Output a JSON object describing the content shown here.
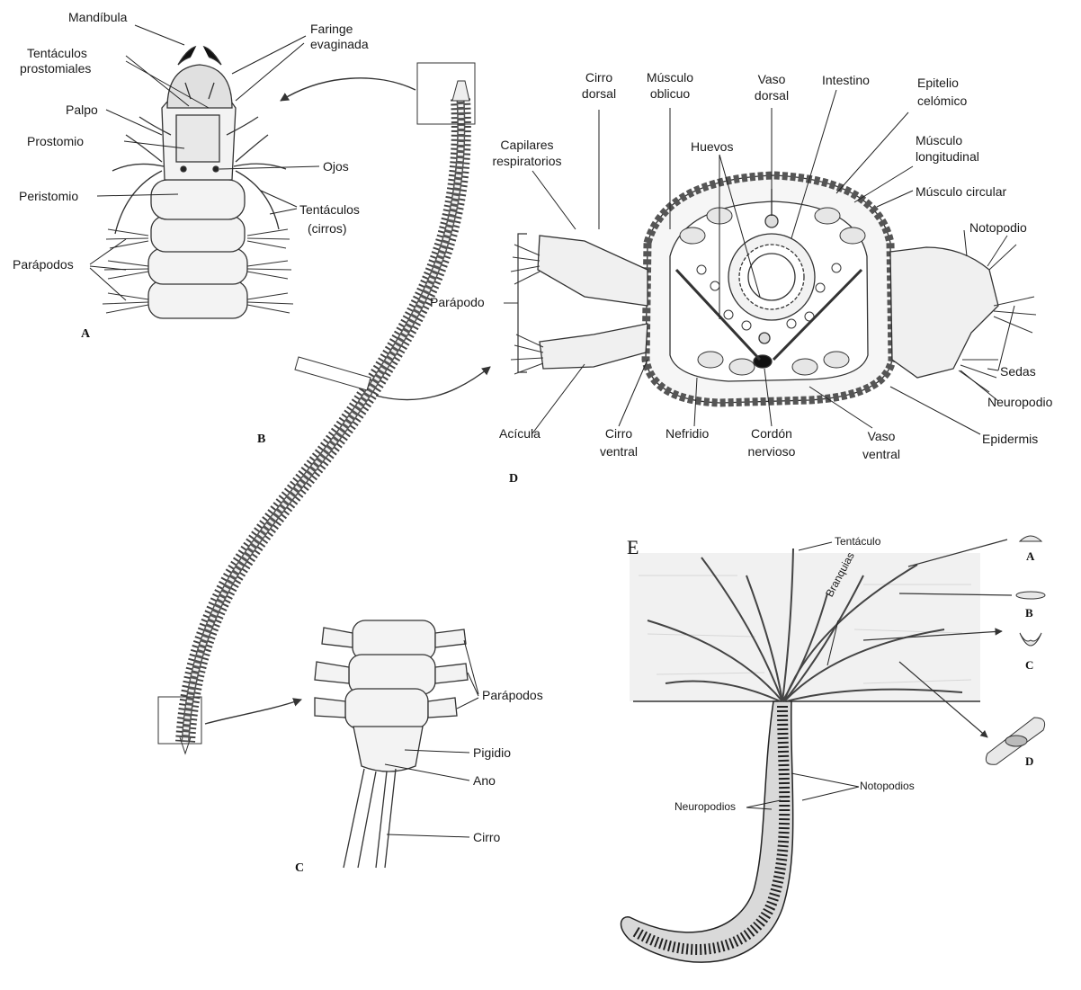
{
  "panels": {
    "a": "A",
    "b": "B",
    "c": "C",
    "d": "D",
    "e": "E"
  },
  "panel_a": {
    "mandibula": "Mandíbula",
    "faringe_1": "Faringe",
    "faringe_2": "evaginada",
    "tent_prost_1": "Tentáculos",
    "tent_prost_2": "prostomiales",
    "palpo": "Palpo",
    "prostomio": "Prostomio",
    "ojos": "Ojos",
    "peristomio": "Peristomio",
    "tent_cirros_1": "Tentáculos",
    "tent_cirros_2": "(cirros)",
    "parapodos": "Parápodos"
  },
  "panel_c": {
    "parapodos": "Parápodos",
    "pigidio": "Pigidio",
    "ano": "Ano",
    "cirro": "Cirro"
  },
  "panel_d": {
    "cirro_dorsal_1": "Cirro",
    "cirro_dorsal_2": "dorsal",
    "musculo_oblicuo_1": "Músculo",
    "musculo_oblicuo_2": "oblicuo",
    "vaso_dorsal_1": "Vaso",
    "vaso_dorsal_2": "dorsal",
    "intestino": "Intestino",
    "epitelio_1": "Epitelio",
    "epitelio_2": "celómico",
    "capilares_1": "Capilares",
    "capilares_2": "respiratorios",
    "huevos": "Huevos",
    "musculo_long_1": "Músculo",
    "musculo_long_2": "longitudinal",
    "musculo_circular": "Músculo circular",
    "notopodio": "Notopodio",
    "parapodo": "Parápodo",
    "sedas": "Sedas",
    "neuropodio": "Neuropodio",
    "acicula": "Acícula",
    "cirro_ventral_1": "Cirro",
    "cirro_ventral_2": "ventral",
    "nefridio": "Nefridio",
    "cordon_1": "Cordón",
    "cordon_2": "nervioso",
    "vaso_ventral_1": "Vaso",
    "vaso_ventral_2": "ventral",
    "epidermis": "Epidermis"
  },
  "panel_e": {
    "tentaculo": "Tentáculo",
    "branquias": "Branquias",
    "notopodios": "Notopodios",
    "neuropodios": "Neuropodios",
    "inset_a": "A",
    "inset_b": "B",
    "inset_c": "C",
    "inset_d": "D"
  }
}
